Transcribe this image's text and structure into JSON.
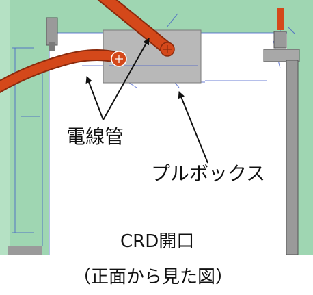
{
  "labels": {
    "conduit": "電線管",
    "pull_box": "プルボックス",
    "crd_opening": "CRD開口",
    "caption": "（正面から見た図）"
  },
  "colors": {
    "wall_green": "#9fd6b2",
    "wall_dark": "#6fa88a",
    "conduit": "#d4481a",
    "conduit_dark": "#8a2a0c",
    "pull_box": "#b8b8b8",
    "guide_line": "#3a55c8",
    "pillar": "#9a9a9a"
  }
}
